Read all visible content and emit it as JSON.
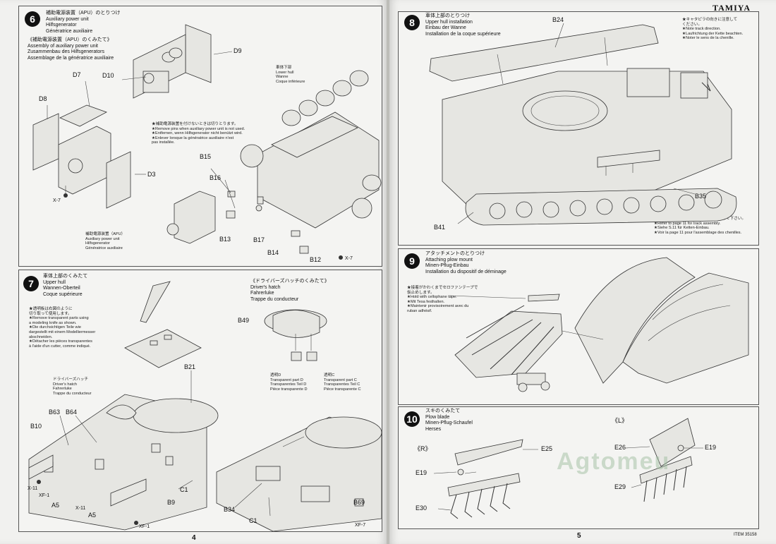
{
  "brand": "TAMIYA",
  "item_code": "ITEM 35158",
  "page_left": "4",
  "page_right": "5",
  "watermark": "Agtomeu",
  "step6": {
    "number": "6",
    "title": "補助電源装置（APU）のとりつけ\nAuxiliary power unit\nHilfsgenerator\nGénératrice auxiliaire",
    "subtitle": "《補助電源装置（APU）のくみたて》\nAssembly of auxiliary power unit\nZusammenbau des Hilfsgenerators\nAssemblage de la génératrice auxiliaire",
    "hull_label": "車体下部\nLower hull\nWanne\nCoque inférieure",
    "note": "★補助電源装置を付けないときは切りとります。\n★Remove pins when auxiliary power unit is not used.\n★Entfernen, wenn Hilfsgenerator nicht benützt wird.\n★Enlever lorsque la génératrice auxiliaire n'est\n   pas installée.",
    "apu_label": "補助電源装置（APU）\nAuxiliary power unit\nHilfsgenerator\nGénératrice auxiliaire",
    "parts": [
      "D9",
      "D10",
      "D7",
      "D8",
      "D3",
      "X-7",
      "B15",
      "B16",
      "B13",
      "B17",
      "B14",
      "B12",
      "X-7"
    ]
  },
  "step7": {
    "number": "7",
    "title": "車体上部のくみたて\nUpper hull\nWannen-Oberteil\nCoque supérieure",
    "note": "★透明板は右図のように\n   切り取って使用します。\n★Remove transparent parts using\n   a modeling knife as shown.\n★Die durchsichtigen Teile wie\n   dargestellt mit einem Modelliermesser\n   abschneiden.\n★Détacher les pièces transparentes\n   à l'aide d'un cutter, comme indiqué.",
    "hatch_title": "《ドライバーズハッチのくみたて》\nDriver's hatch\nFahrerluke\nTrappe du conducteur",
    "hatch_label": "ドライバーズハッチ\nDriver's hatch\nFahrerluke\nTrappe du conducteur",
    "transparent_d": "透明D\nTransparent part D\nTransparentes Teil D\nPièce transparente D",
    "transparent_c": "透明C\nTransparent part C\nTransparentes Teil C\nPièce transparente C",
    "parts": [
      "B49",
      "B21",
      "B63",
      "B64",
      "B10",
      "X-11",
      "XF-1",
      "A5",
      "X-11",
      "A5",
      "C1",
      "B9",
      "B34",
      "C1",
      "B69",
      "XF-7",
      "XF-1"
    ]
  },
  "step8": {
    "number": "8",
    "title": "車体上部のとりつけ\nUpper hull installation\nEinbau der Wanne\nInstallation de la coque supérieure",
    "note_top": "★キャタピラの向きに注意して\n   ください。\n★Note track direction.\n★Laufrichtung der Kette beachten.\n★Noter le sens de la chenille.",
    "note_bottom": "★キャタピラは P11 の作り方を参考にして下さい。\n★Refer to page 11 for track assembly.\n★Siehe S.11 für Ketten-Einbau.\n★Voir la page 11 pour l'assemblage des chenilles.",
    "parts": [
      "B24",
      "B35",
      "B41"
    ]
  },
  "step9": {
    "number": "9",
    "title": "アタッチメントのとりつけ\nAttaching plow mount\nMinen-Pflug-Einbau\nInstallation du dispositif de déminage",
    "note": "★接着がかわくまでセロファンテープで\n   仮止めします。\n★Hold with cellophane tape.\n★Mit Tesa festhalten.\n★Maintenir provisoirement avec du\n   ruban adhésif."
  },
  "step10": {
    "number": "10",
    "title": "スキのくみたて\nPlow blade\nMinen-Pflug-Schaufel\nHerses",
    "right_label": "《R》",
    "left_label": "《L》",
    "parts": [
      "E25",
      "E19",
      "E30",
      "E26",
      "E19",
      "E29"
    ]
  }
}
